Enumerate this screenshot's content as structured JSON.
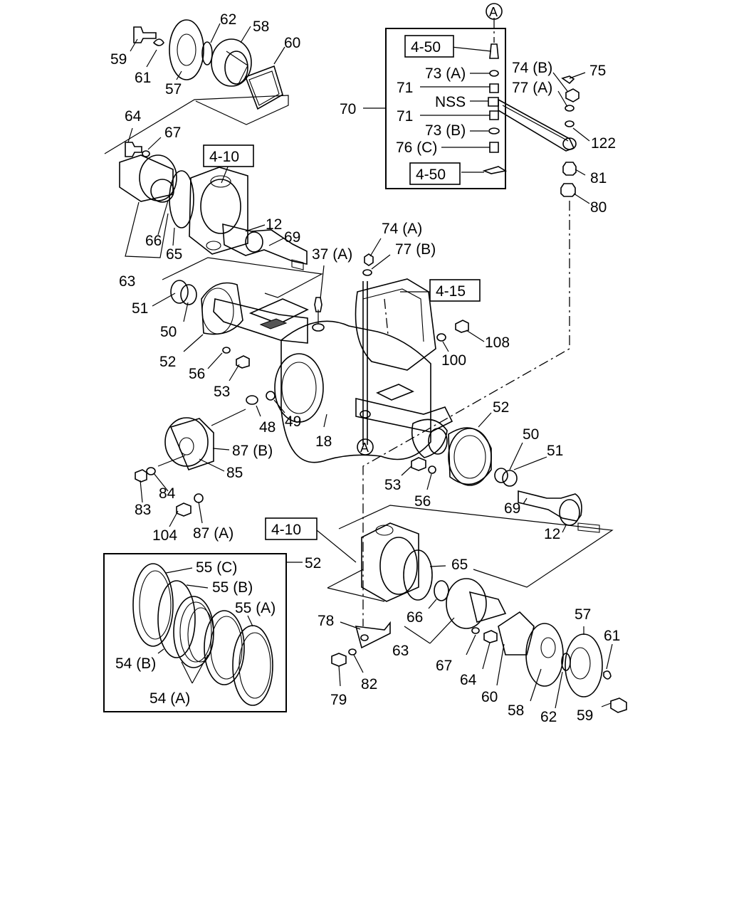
{
  "refs": {
    "r450_top": "4-50",
    "r450_bottom": "4-50",
    "r410_upper": "4-10",
    "r410_lower": "4-10",
    "r415": "4-15"
  },
  "connector": {
    "top": "A",
    "middle": "A"
  },
  "labels": {
    "l59a": "59",
    "l61a": "61",
    "l57a": "57",
    "l62a": "62",
    "l58a": "58",
    "l60a": "60",
    "l64a": "64",
    "l67a": "67",
    "l12a": "12",
    "l69a": "69",
    "l66a": "66",
    "l65a": "65",
    "l63a": "63",
    "l37a": "37 (A)",
    "l74a": "74 (A)",
    "l77b": "77 (B)",
    "l51a": "51",
    "l50a": "50",
    "l52a": "52",
    "l56a": "56",
    "l53a": "53",
    "l108": "108",
    "l100": "100",
    "l48": "48",
    "l49": "49",
    "l18": "18",
    "l87b": "87 (B)",
    "l85": "85",
    "l84": "84",
    "l83": "83",
    "l104": "104",
    "l87a": "87 (A)",
    "l52b": "52",
    "l50b": "50",
    "l51b": "51",
    "l53b": "53",
    "l56b": "56",
    "l69b": "69",
    "l12b": "12",
    "l65b": "65",
    "l66b": "66",
    "l63b": "63",
    "l78": "78",
    "l79": "79",
    "l82": "82",
    "l67b": "67",
    "l64b": "64",
    "l60b": "60",
    "l58b": "58",
    "l57b": "57",
    "l62b": "62",
    "l61b": "61",
    "l59b": "59",
    "l70": "70",
    "l73a": "73 (A)",
    "l71a": "71",
    "lnss": "NSS",
    "l71b": "71",
    "l73b": "73 (B)",
    "l76c": "76 (C)",
    "l74b": "74 (B)",
    "l75": "75",
    "l77a": "77 (A)",
    "l122": "122",
    "l81": "81",
    "l80": "80",
    "l52c": "52",
    "l55c": "55 (C)",
    "l55b": "55 (B)",
    "l55a": "55 (A)",
    "l54b": "54 (B)",
    "l54a": "54 (A)"
  }
}
